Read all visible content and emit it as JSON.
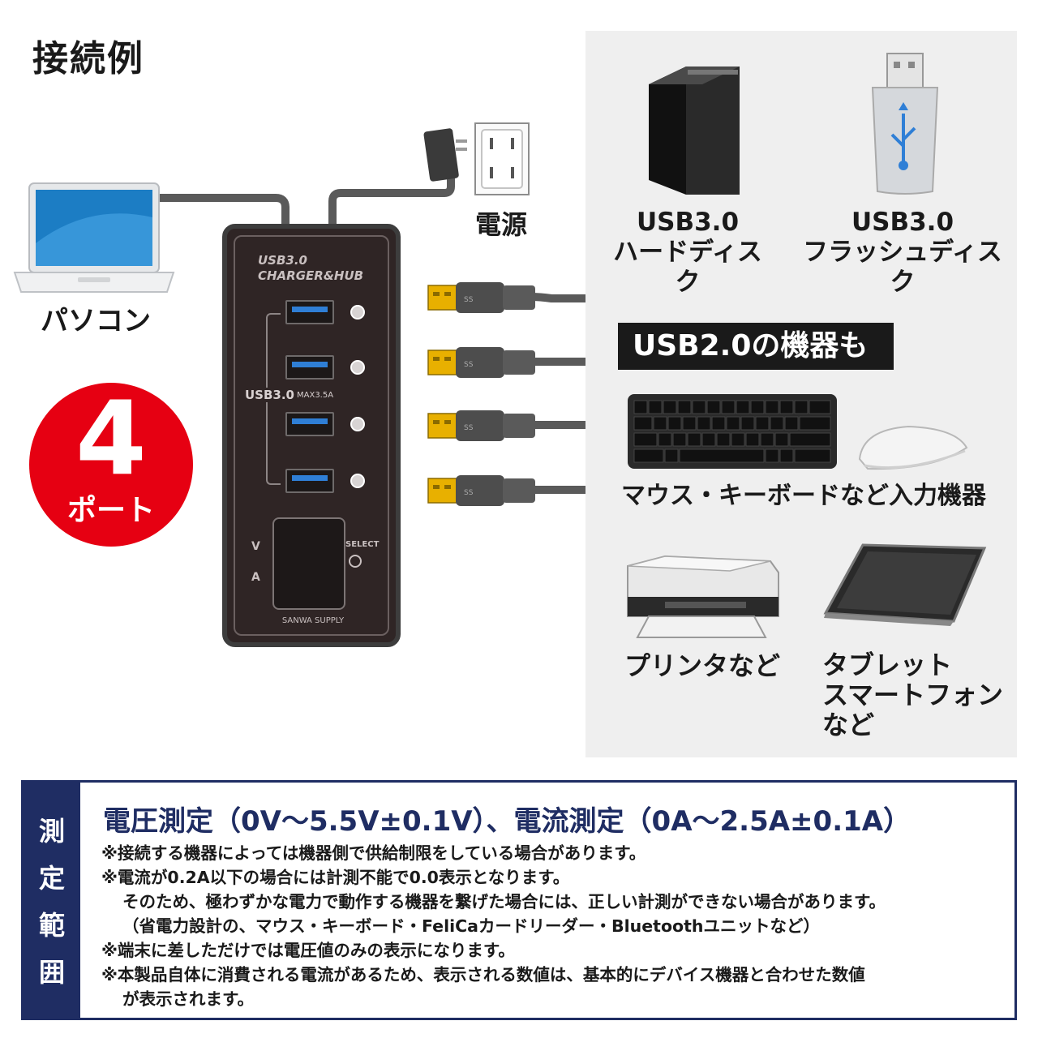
{
  "title": "接続例",
  "left": {
    "pc_label": "パソコン",
    "badge": {
      "number": "4",
      "label": "ポート"
    }
  },
  "power_label": "電源",
  "hub": {
    "brand_line1": "USB3.0",
    "brand_line2": "CHARGER&HUB",
    "usb_label": "USB3.0",
    "max_label": "MAX3.5A",
    "voltage_symbol": "V",
    "ampere_symbol": "A",
    "select_label": "SELECT",
    "maker": "SANWA SUPPLY"
  },
  "devices": {
    "hdd": {
      "line1": "USB3.0",
      "line2": "ハードディスク"
    },
    "flash": {
      "line1": "USB3.0",
      "line2": "フラッシュディスク"
    },
    "usb2_banner": "USB2.0の機器も",
    "input_devices": "マウス・キーボードなど入力機器",
    "printer": "プリンタなど",
    "tablet": {
      "line1": "タブレット",
      "line2": "スマートフォン",
      "line3": "など"
    }
  },
  "measurement": {
    "side_label": [
      "測",
      "定",
      "範",
      "囲"
    ],
    "heading": "電圧測定（0V〜5.5V±0.1V）、電流測定（0A〜2.5A±0.1A）",
    "notes": [
      "※接続する機器によっては機器側で供給制限をしている場合があります。",
      "※電流が0.2A以下の場合には計測不能で0.0表示となります。",
      "そのため、極わずかな電力で動作する機器を繋げた場合には、正しい計測ができない場合があります。",
      "（省電力設計の、マウス・キーボード・FeliCaカードリーダー・Bluetoothユニットなど）",
      "※端末に差しただけでは電圧値のみの表示になります。",
      "※本製品自体に消費される電流があるため、表示される数値は、基本的にデバイス機器と合わせた数値",
      "が表示されます。"
    ]
  },
  "colors": {
    "accent_red": "#e60012",
    "navy": "#1f2d63",
    "usb_blue": "#2f7fd6",
    "plug_yellow": "#e8b000"
  }
}
